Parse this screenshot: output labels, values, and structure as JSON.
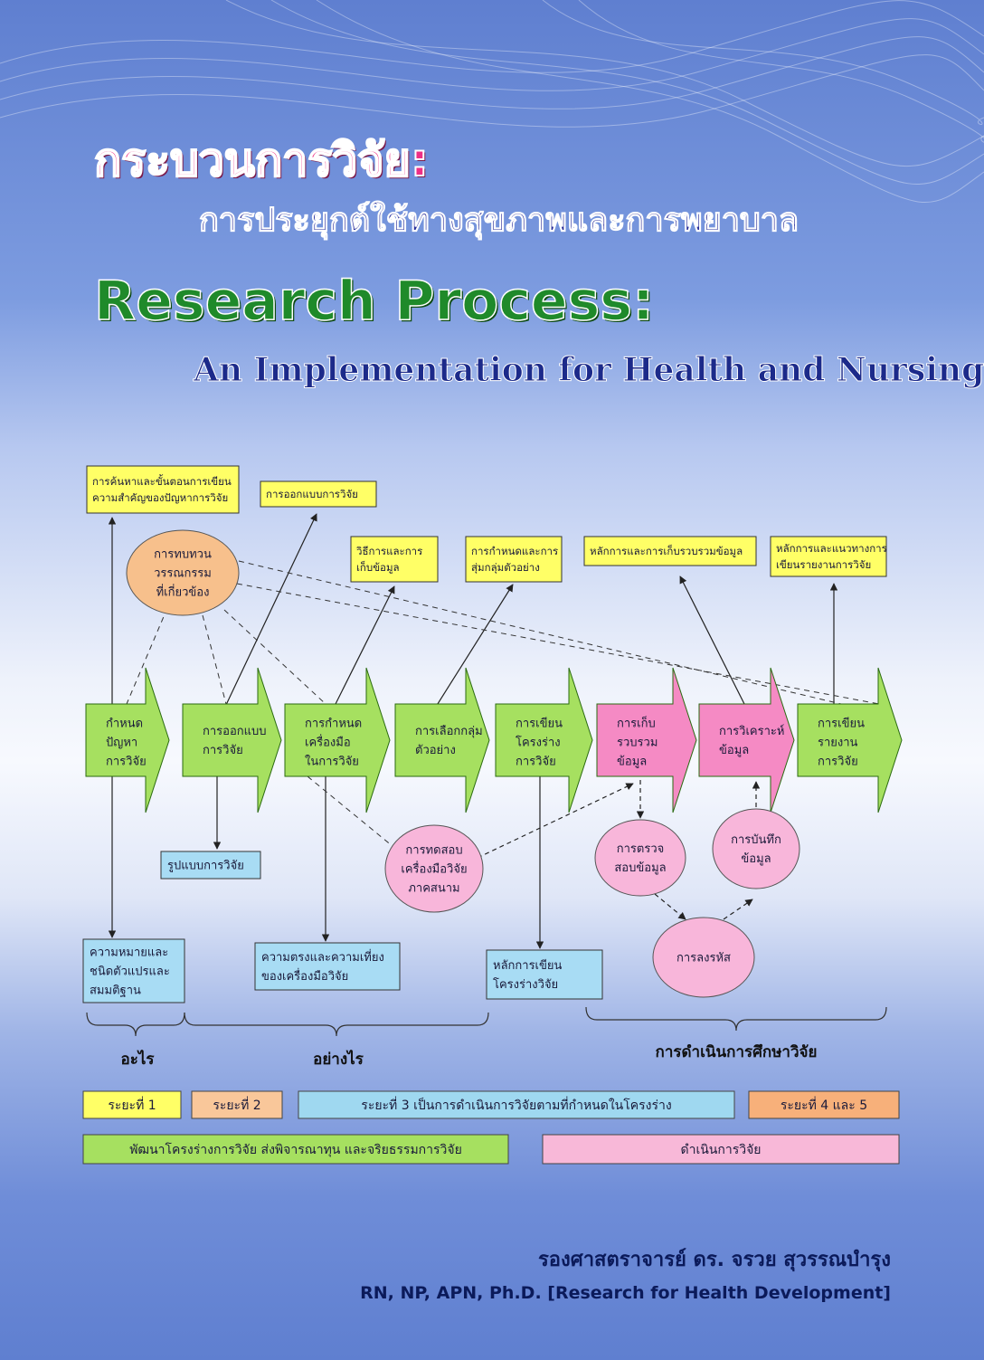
{
  "title_th": "กระบวนการวิจัย:",
  "subtitle_th": "การประยุกต์ใช้ทางสุขภาพและการพยาบาล",
  "title_en": "Research Process:",
  "subtitle_en": "An Implementation for Health and Nursing",
  "steps": [
    {
      "lines": [
        "กำหนด",
        "ปัญหา",
        "การวิจัย"
      ]
    },
    {
      "lines": [
        "การออกแบบ",
        "การวิจัย"
      ]
    },
    {
      "lines": [
        "การกำหนด",
        "เครื่องมือ",
        "ในการวิจัย"
      ]
    },
    {
      "lines": [
        "การเลือกกลุ่ม",
        "ตัวอย่าง"
      ]
    },
    {
      "lines": [
        "การเขียน",
        "โครงร่าง",
        "การวิจัย"
      ]
    },
    {
      "lines": [
        "การเก็บ",
        "รวบรวม",
        "ข้อมูล"
      ]
    },
    {
      "lines": [
        "การวิเคราะห์",
        "ข้อมูล"
      ]
    },
    {
      "lines": [
        "การเขียน",
        "รายงาน",
        "การวิจัย"
      ]
    }
  ],
  "top_boxes": [
    {
      "lines": [
        "การค้นหาและขั้นตอนการเขียน",
        "ความสำคัญของปัญหาการวิจัย"
      ]
    },
    {
      "lines": [
        "การออกแบบการวิจัย"
      ]
    },
    {
      "lines": [
        "วิธีการและการ",
        "เก็บข้อมูล"
      ]
    },
    {
      "lines": [
        "การกำหนดและการ",
        "สุ่มกลุ่มตัวอย่าง"
      ]
    },
    {
      "lines": [
        "หลักการและการเก็บรวบรวมข้อมูล"
      ]
    },
    {
      "lines": [
        "หลักการและแนวทางการ",
        "เขียนรายงานการวิจัย"
      ]
    }
  ],
  "circles": [
    {
      "lines": [
        "การทบทวน",
        "วรรณกรรม",
        "ที่เกี่ยวข้อง"
      ]
    },
    {
      "lines": [
        "การทดสอบ",
        "เครื่องมือวิจัย",
        "ภาคสนาม"
      ]
    },
    {
      "lines": [
        "การตรวจ",
        "สอบข้อมูล"
      ]
    },
    {
      "lines": [
        "การบันทึก",
        "ข้อมูล"
      ]
    },
    {
      "lines": [
        "การลงรหัส"
      ]
    }
  ],
  "bottom_boxes": [
    {
      "lines": [
        "รูปแบบการวิจัย"
      ]
    },
    {
      "lines": [
        "ความหมายและ",
        "ชนิดตัวแปรและ",
        "สมมติฐาน"
      ]
    },
    {
      "lines": [
        "ความตรงและความเที่ยง",
        "ของเครื่องมือวิจัย"
      ]
    },
    {
      "lines": [
        "หลักการเขียน",
        "โครงร่างวิจัย"
      ]
    }
  ],
  "brace_labels": [
    "อะไร",
    "อย่างไร",
    "การดำเนินการศึกษาวิจัย"
  ],
  "legend": [
    {
      "label": "ระยะที่ 1",
      "color": "#ffff66"
    },
    {
      "label": "ระยะที่ 2",
      "color": "#f9c79a"
    },
    {
      "label": "ระยะที่  3 เป็นการดำเนินการวิจัยตามที่กำหนดในโครงร่าง",
      "color": "#9fd8f0"
    },
    {
      "label": "ระยะที่ 4 และ 5",
      "color": "#f7b07a"
    },
    {
      "label": "พัฒนาโครงร่างการวิจัย ส่งพิจารณาทุน และจริยธรรมการวิจัย",
      "color": "#a6e060"
    },
    {
      "label": "ดำเนินการวิจัย",
      "color": "#f8b8d8"
    }
  ],
  "author": "รองศาสตราจารย์  ดร.  จรวย  สุวรรณบำรุง",
  "credentials": "RN, NP, APN, Ph.D. [Research for Health Development]",
  "colors": {
    "step_green": "#a6e060",
    "step_pink": "#f58ac4",
    "top_box": "#ffff66",
    "bottom_box": "#a8dcf4",
    "circle_orange": "#f7c08c",
    "circle_pink": "#f8b6da"
  }
}
